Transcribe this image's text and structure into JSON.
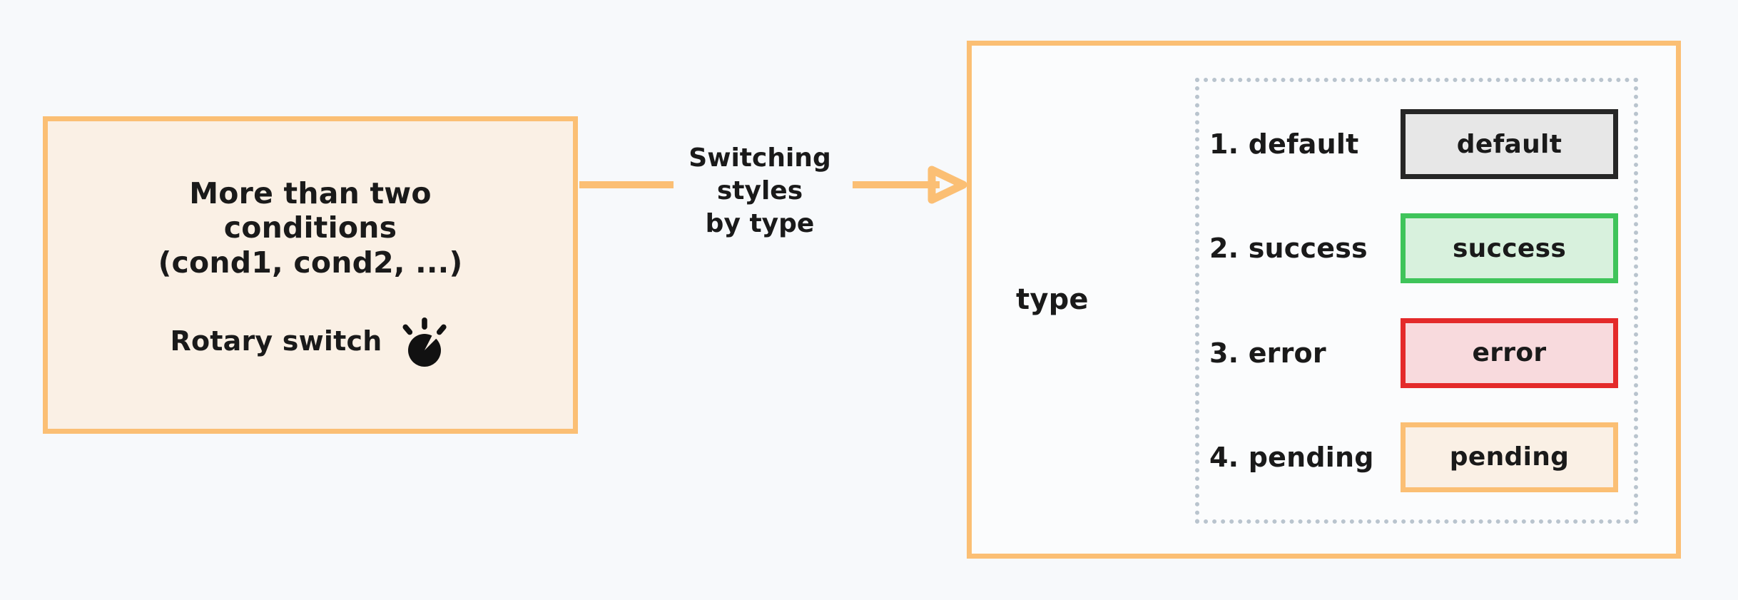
{
  "canvas": {
    "background": "#F7F9FB",
    "accent": "#FBBF74"
  },
  "source": {
    "title": "More than two\nconditions\n(cond1, cond2, ...)",
    "footer_label": "Rotary switch",
    "icon": "rotary-knob-icon",
    "fill": "#FAF0E5",
    "border": "#FBBF74"
  },
  "connector": {
    "label": "Switching\nstyles\nby type",
    "color": "#FBBF74"
  },
  "target": {
    "label": "type",
    "fill": "#FBFCFD",
    "border": "#FBBF74",
    "dotted_border": "#B9C4CE",
    "variants": [
      {
        "index": "1.",
        "name": "1. default",
        "badge_text": "default",
        "badge_fill": "#E7E7E7",
        "badge_border": "#262626"
      },
      {
        "index": "2.",
        "name": "2. success",
        "badge_text": "success",
        "badge_fill": "#D8F1DD",
        "badge_border": "#3FC45A"
      },
      {
        "index": "3.",
        "name": "3. error",
        "badge_text": "error",
        "badge_fill": "#F8DADD",
        "badge_border": "#E42A2A"
      },
      {
        "index": "4.",
        "name": "4. pending",
        "badge_text": "pending",
        "badge_fill": "#FAF0E5",
        "badge_border": "#FBBF74"
      }
    ]
  }
}
